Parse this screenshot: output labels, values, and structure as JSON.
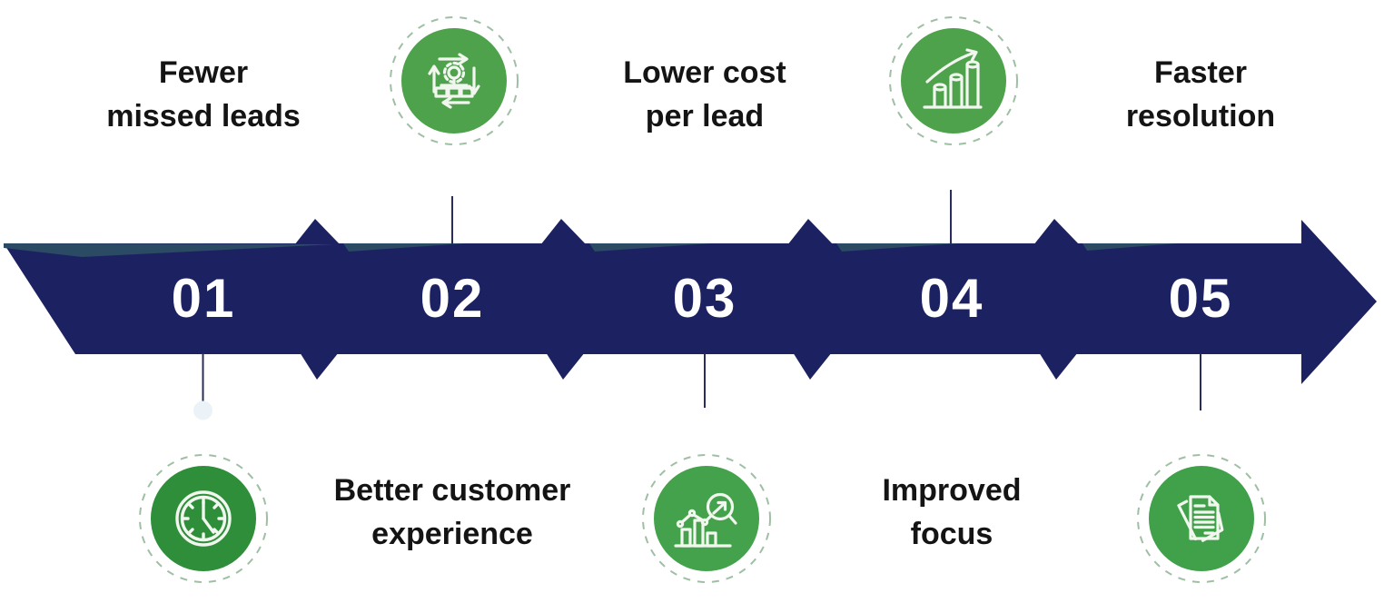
{
  "diagram": {
    "type": "horizontal-arrow-process",
    "title": "",
    "steps": [
      {
        "number": "01",
        "label": "Fewer\nmissed leads",
        "label_position": "top",
        "icon": "clock-icon",
        "icon_position": "bottom"
      },
      {
        "number": "02",
        "label": "Better customer\nexperience",
        "label_position": "bottom",
        "icon": "process-automation-icon",
        "icon_position": "top"
      },
      {
        "number": "03",
        "label": "Lower cost\nper lead",
        "label_position": "top",
        "icon": "analytics-search-icon",
        "icon_position": "bottom"
      },
      {
        "number": "04",
        "label": "Improved\nfocus",
        "label_position": "bottom",
        "icon": "growth-chart-icon",
        "icon_position": "top"
      },
      {
        "number": "05",
        "label": "Faster\nresolution",
        "label_position": "top",
        "icon": "documents-icon",
        "icon_position": "bottom"
      }
    ],
    "colors": {
      "band_navy": "#1c2162",
      "band_shadow": "#2b4a63",
      "number_text": "#ffffff",
      "label_text": "#141414",
      "connector": "#272d5e",
      "connector_end_dot": "#ebf3f8",
      "icon_green_bright": "#4ea24c",
      "icon_green_dark": "#2e8e3a",
      "icon_green_mid": "#43a24b",
      "dashed_ring": "#9fbfa5",
      "icon_stroke": "#f1f6ee",
      "background": "#ffffff"
    }
  }
}
